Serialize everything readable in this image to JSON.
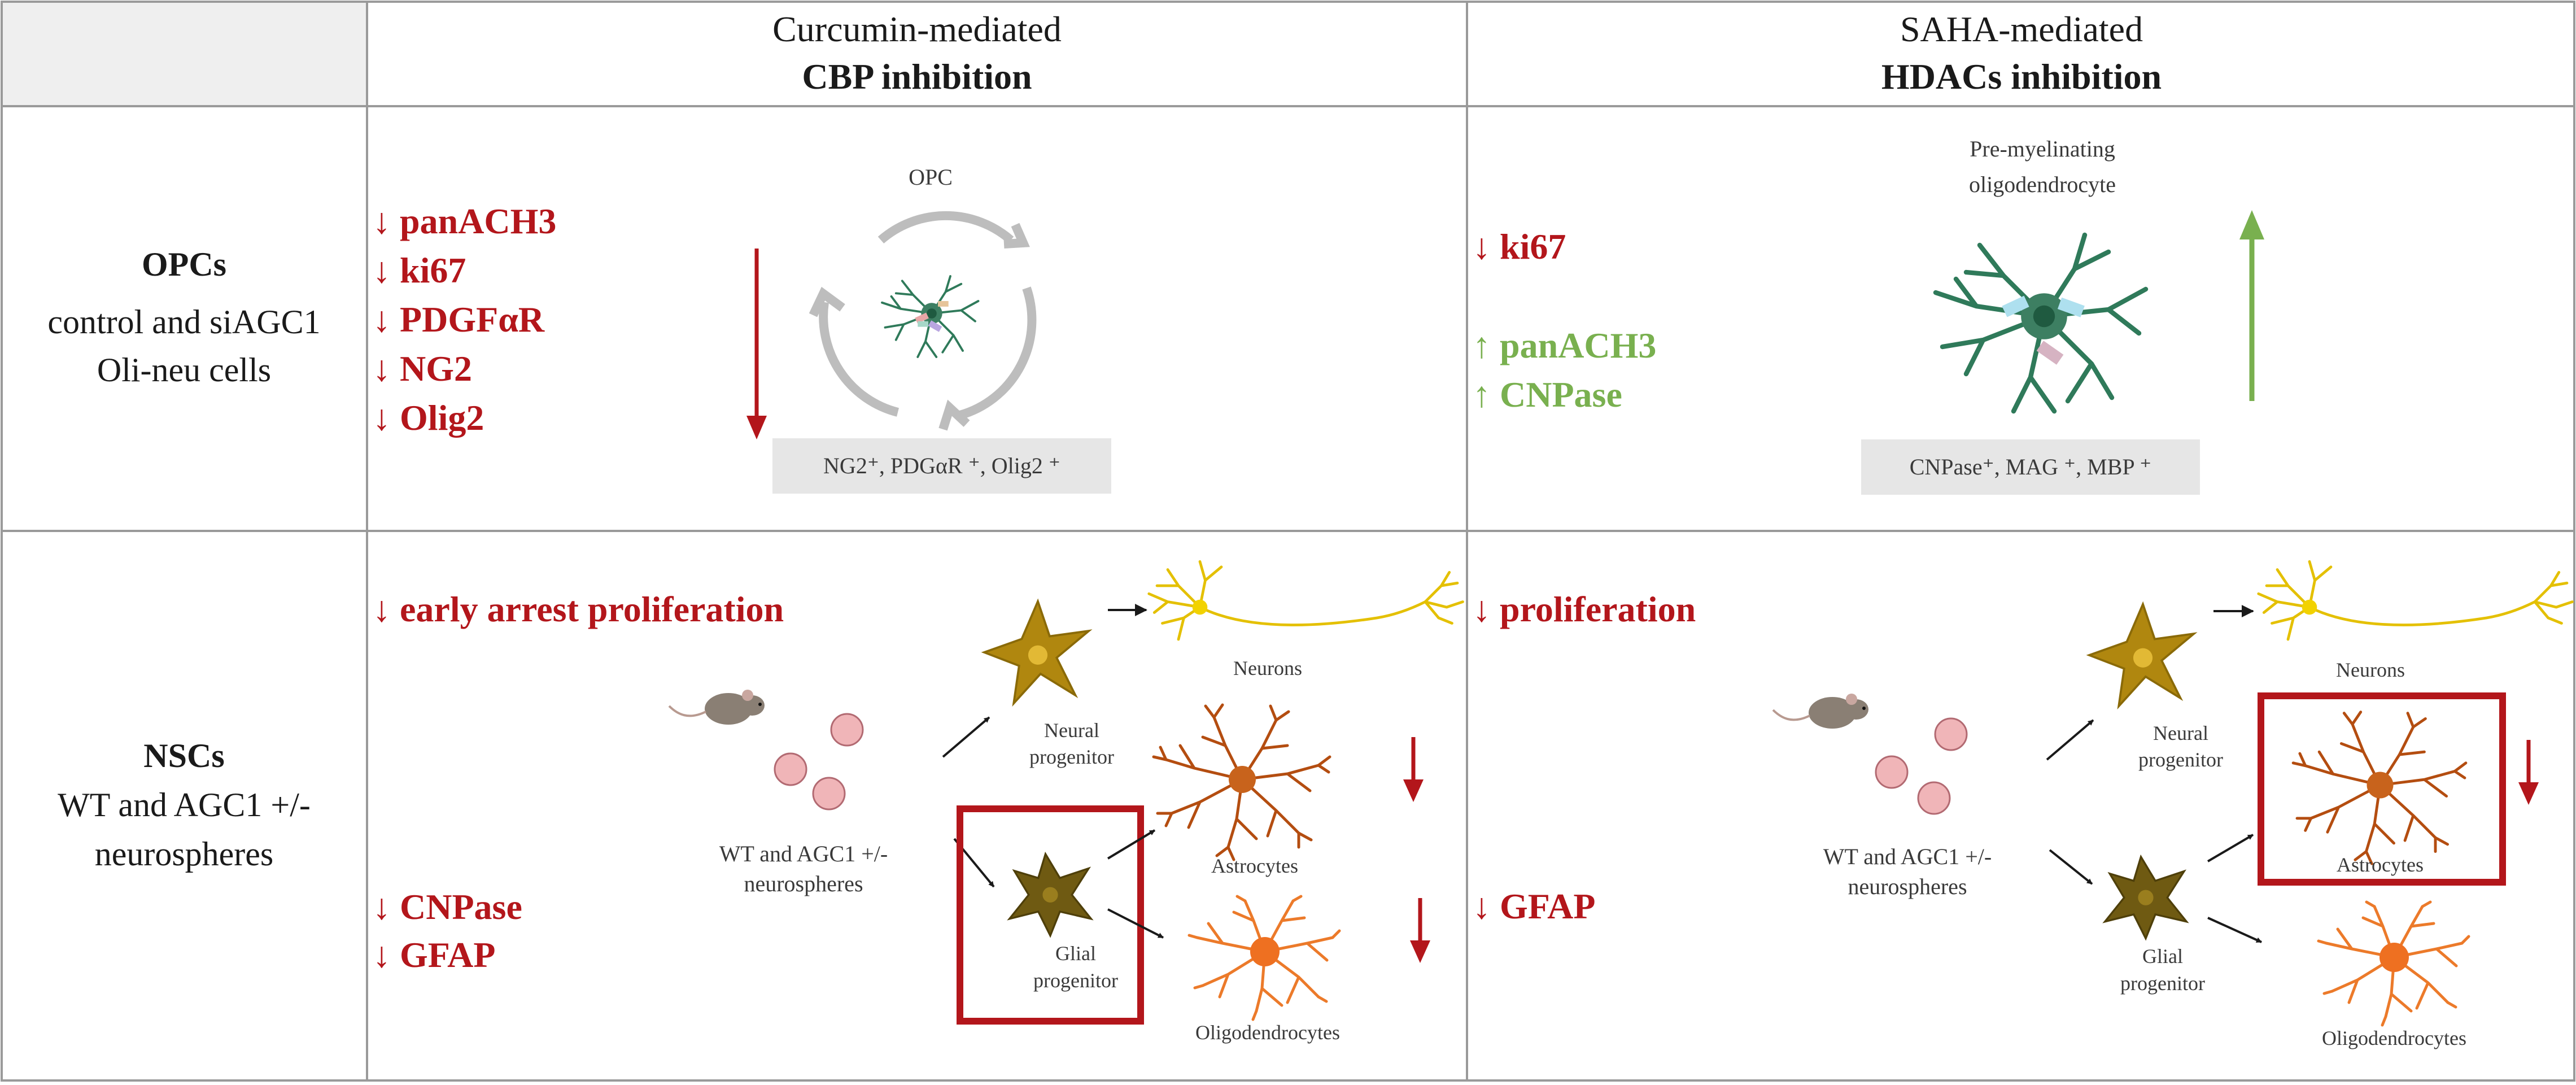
{
  "columns": [
    {
      "line1": "Curcumin-mediated",
      "line2": "CBP inhibition"
    },
    {
      "line1": "SAHA-mediated",
      "line2": "HDACs inhibition"
    }
  ],
  "rows": [
    {
      "title": "OPCs",
      "sub1": "control and siAGC1",
      "sub2": "Oli-neu cells"
    },
    {
      "title": "NSCs",
      "sub1": "WT and AGC1 +/-",
      "sub2": "neurospheres"
    }
  ],
  "opc_cbp": {
    "markers": [
      "↓ panACH3",
      "↓ ki67",
      "↓ PDGFαR",
      "↓ NG2",
      "↓ Olig2"
    ],
    "cell_label": "OPC",
    "marker_box": "NG2⁺, PDGαR ⁺, Olig2 ⁺"
  },
  "opc_hdac": {
    "down": [
      "↓ ki67"
    ],
    "up": [
      "↑ panACH3",
      "↑ CNPase"
    ],
    "cell_label_1": "Pre-myelinating",
    "cell_label_2": "oligodendrocyte",
    "marker_box": "CNPase⁺, MAG ⁺, MBP ⁺"
  },
  "nsc_cbp": {
    "top": "↓ early arrest proliferation",
    "bottom": [
      "↓ CNPase",
      "↓ GFAP"
    ]
  },
  "nsc_hdac": {
    "top": "↓ proliferation",
    "bottom": [
      "↓ GFAP"
    ]
  },
  "lineage": {
    "sphere_1": "WT and AGC1 +/-",
    "sphere_2": "neurospheres",
    "neural_1": "Neural",
    "neural_2": "progenitor",
    "glial_1": "Glial",
    "glial_2": "progenitor",
    "neurons": "Neurons",
    "astrocytes": "Astrocytes",
    "oligodendrocytes": "Oligodendrocytes"
  },
  "colors": {
    "red": "#b3161b",
    "green": "#79b04f",
    "grid": "#9a9a9a",
    "box": "#e6e6e6",
    "cell": "#2f7a5a"
  }
}
